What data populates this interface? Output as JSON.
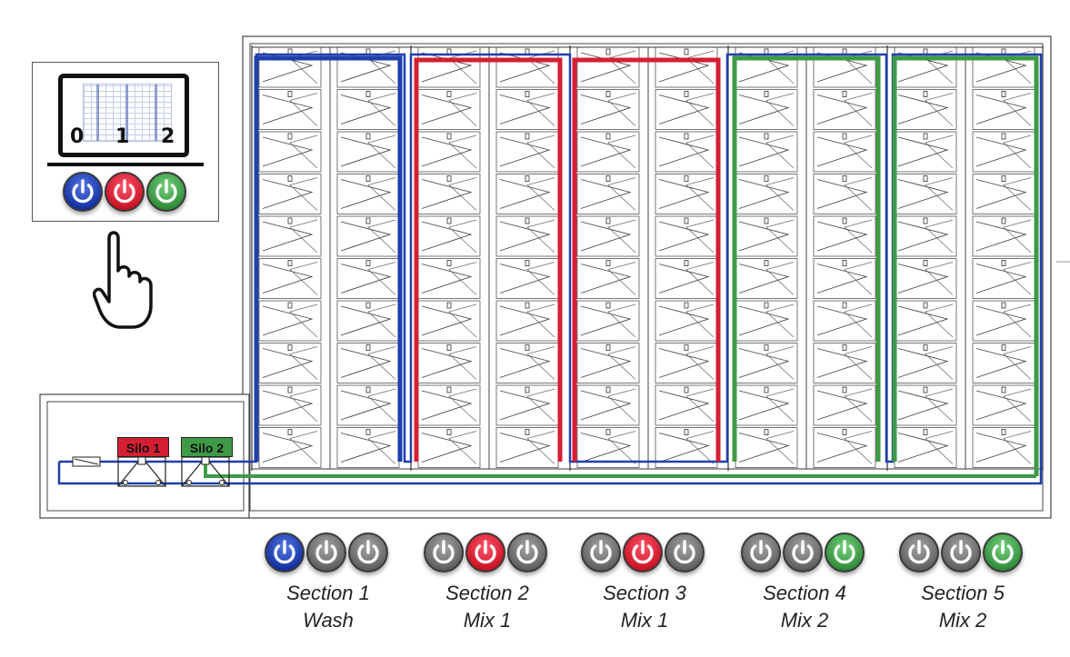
{
  "colors": {
    "blue": "#1f3fae",
    "red": "#d41f33",
    "green": "#3f9a47",
    "gray": "#6e6e6e",
    "frame": "#444444"
  },
  "control_panel": {
    "monitor_labels": [
      "0",
      "1",
      "2"
    ],
    "buttons": [
      {
        "icon": "power-icon",
        "color": "blue"
      },
      {
        "icon": "power-icon",
        "color": "red"
      },
      {
        "icon": "power-icon",
        "color": "green"
      }
    ]
  },
  "silos": [
    {
      "label": "Silo 1",
      "color": "red"
    },
    {
      "label": "Silo 2",
      "color": "green"
    }
  ],
  "sections": [
    {
      "name": "Section 1",
      "mode": "Wash",
      "active": 0,
      "color": "blue"
    },
    {
      "name": "Section 2",
      "mode": "Mix 1",
      "active": 1,
      "color": "red"
    },
    {
      "name": "Section 3",
      "mode": "Mix 1",
      "active": 1,
      "color": "red"
    },
    {
      "name": "Section 4",
      "mode": "Mix 2",
      "active": 2,
      "color": "green"
    },
    {
      "name": "Section 5",
      "mode": "Mix 2",
      "active": 2,
      "color": "green"
    }
  ]
}
